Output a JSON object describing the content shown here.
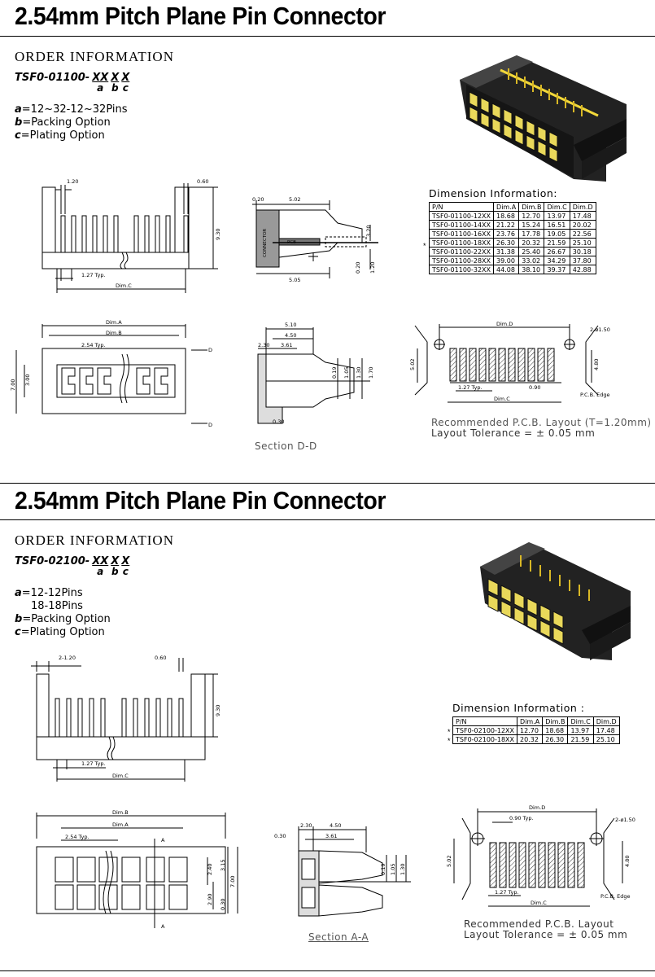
{
  "top": {
    "title": "2.54mm Pitch Plane Pin Connector",
    "order_heading": "ORDER INFORMATION",
    "pn_prefix": "TSF0-01100-",
    "pn_a": "XX",
    "pn_a_sub": "a",
    "pn_b": "X",
    "pn_b_sub": "b",
    "pn_c": "X",
    "pn_c_sub": "c",
    "options": [
      {
        "key": "a",
        "text": "=12~32-12~32Pins"
      },
      {
        "key": "b",
        "text": "=Packing Option"
      },
      {
        "key": "c",
        "text": "=Plating Option"
      }
    ],
    "dim_title": "Dimension Information:",
    "table_header": [
      "P/N",
      "Dim.A",
      "Dim.B",
      "Dim.C",
      "Dim.D"
    ],
    "table_rows": [
      {
        "mark": "",
        "cells": [
          "TSF0-01100-12XX",
          "18.68",
          "12.70",
          "13.97",
          "17.48"
        ]
      },
      {
        "mark": "",
        "cells": [
          "TSF0-01100-14XX",
          "21.22",
          "15.24",
          "16.51",
          "20.02"
        ]
      },
      {
        "mark": "",
        "cells": [
          "TSF0-01100-16XX",
          "23.76",
          "17.78",
          "19.05",
          "22.56"
        ]
      },
      {
        "mark": "*",
        "cells": [
          "TSF0-01100-18XX",
          "26.30",
          "20.32",
          "21.59",
          "25.10"
        ]
      },
      {
        "mark": "",
        "cells": [
          "TSF0-01100-22XX",
          "31.38",
          "25.40",
          "26.67",
          "30.18"
        ]
      },
      {
        "mark": "",
        "cells": [
          "TSF0-01100-28XX",
          "39.00",
          "33.02",
          "34.29",
          "37.80"
        ]
      },
      {
        "mark": "",
        "cells": [
          "TSF0-01100-32XX",
          "44.08",
          "38.10",
          "39.37",
          "42.88"
        ]
      }
    ],
    "side": {
      "d120": "1.20",
      "d060": "0.60",
      "d930": "9.30",
      "d127": "1.27 Typ.",
      "dimc": "Dim.C"
    },
    "sect": {
      "d020": "0.20",
      "d502": "5.02",
      "d320": "3.20",
      "d505": "5.05",
      "d020b": "0.20",
      "d120": "1.20",
      "conn": "CONNECTOR",
      "pcb": "PCB"
    },
    "plan": {
      "dima": "Dim.A",
      "dimb": "Dim.B",
      "d254": "2.54 Typ.",
      "d700": "7.00",
      "d300": "3.00",
      "D": "D"
    },
    "secdd": {
      "d510": "5.10",
      "d450": "4.50",
      "d230": "2.30",
      "d361": "3.61",
      "d019": "0.19",
      "d105": "1.05",
      "d130": "1.30",
      "d170": "1.70",
      "d030": "0.30",
      "label": "Section D-D"
    },
    "pcb": {
      "dimd": "Dim.D",
      "hole": "2-ø1.50",
      "d502": "5.02",
      "d480": "4.80",
      "d127": "1.27 Typ.",
      "d090": "0.90",
      "dimc": "Dim.C",
      "edge": "P.C.B. Edge",
      "caption1": "Recommended P.C.B. Layout (T=1.20mm)",
      "caption2": "Layout Tolerance = ± 0.05 mm"
    }
  },
  "bottom": {
    "title": "2.54mm Pitch Plane Pin Connector",
    "order_heading": "ORDER INFORMATION",
    "pn_prefix": "TSF0-02100-",
    "pn_a": "XX",
    "pn_a_sub": "a",
    "pn_b": "X",
    "pn_b_sub": "b",
    "pn_c": "X",
    "pn_c_sub": "c",
    "options": [
      {
        "key": "a",
        "text": "=12-12Pins"
      },
      {
        "key": "",
        "text": "18-18Pins"
      },
      {
        "key": "b",
        "text": "=Packing Option"
      },
      {
        "key": "c",
        "text": "=Plating Option"
      }
    ],
    "dim_title": "Dimension Information :",
    "table_header": [
      "P/N",
      "Dim.A",
      "Dim.B",
      "Dim.C",
      "Dim.D"
    ],
    "table_rows": [
      {
        "mark": "*",
        "cells": [
          "TSF0-02100-12XX",
          "12.70",
          "18.68",
          "13.97",
          "17.48"
        ]
      },
      {
        "mark": "*",
        "cells": [
          "TSF0-02100-18XX",
          "20.32",
          "26.30",
          "21.59",
          "25.10"
        ]
      }
    ],
    "side": {
      "d120": "2-1.20",
      "d060": "0.60",
      "d930": "9.30",
      "d127": "1.27 Typ.",
      "dimc": "Dim.C"
    },
    "plan": {
      "dimb": "Dim.B",
      "dima": "Dim.A",
      "d254": "2.54 Typ.",
      "A": "A",
      "d240": "2.40",
      "d315": "3.15",
      "d700": "7.00",
      "d290": "2.90",
      "d030": "0.30"
    },
    "secaa": {
      "d030": "0.30",
      "d230": "2.30",
      "d450": "4.50",
      "d361": "3.61",
      "d019": "0.19",
      "d105": "1.05",
      "d130": "1.30",
      "label": "Section A-A"
    },
    "pcb": {
      "dimd": "Dim.D",
      "d090": "0.90 Typ.",
      "hole": "2-ø1.50",
      "d502": "5.02",
      "d480": "4.80",
      "d127": "1.27 Typ.",
      "dimc": "Dim.C",
      "edge": "P.C.B. Edge",
      "caption1": "Recommended P.C.B. Layout",
      "caption2": "Layout Tolerance = ± 0.05 mm"
    }
  }
}
